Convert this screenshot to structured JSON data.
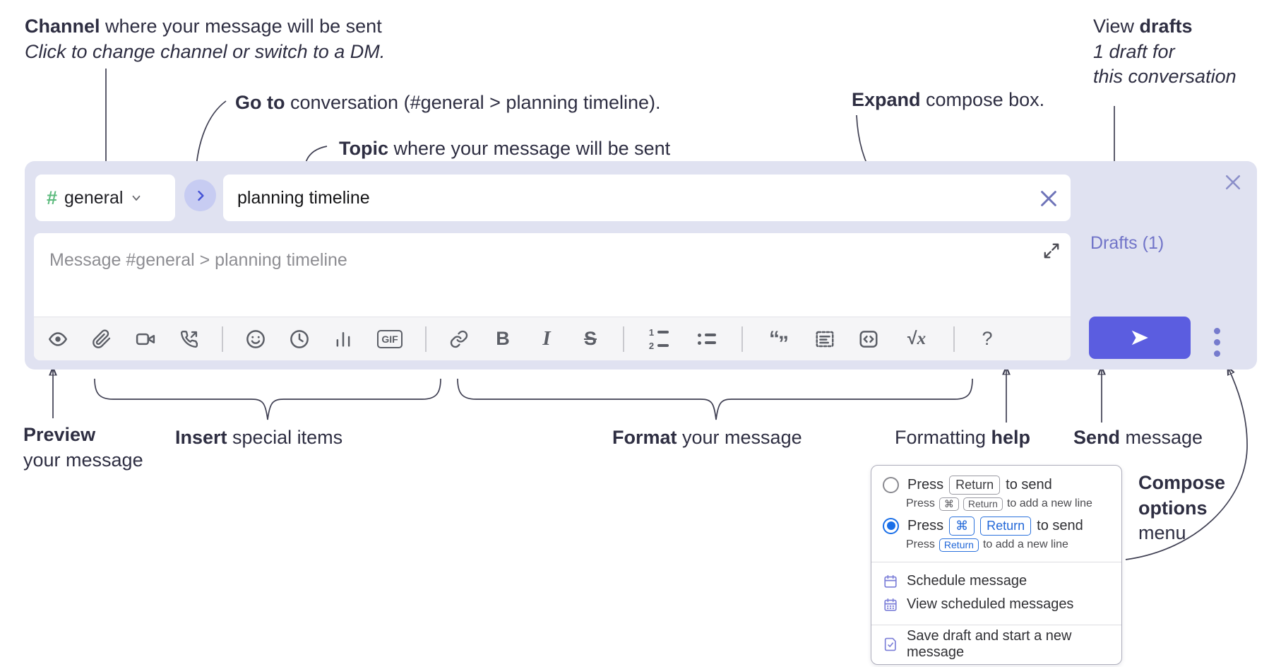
{
  "notes": {
    "channel_b": "Channel",
    "channel_r": " where your message will be sent",
    "channel_sub": "Click to change channel or switch to a DM.",
    "goto_b": "Go to",
    "goto_r": " conversation (#general > planning timeline).",
    "topic_b": "Topic",
    "topic_r": " where your message will be sent",
    "expand_b": "Expand",
    "expand_r": " compose box.",
    "drafts_l1a": "View ",
    "drafts_l1b": "drafts",
    "drafts_l2": "1 draft for",
    "drafts_l3": "this conversation",
    "preview_b": "Preview",
    "preview_r": "your message",
    "insert_b": "Insert",
    "insert_r": " special items",
    "format_b": "Format",
    "format_r": " your message",
    "help_a": "Formatting ",
    "help_b": "help",
    "send_b": "Send",
    "send_r": " message",
    "co_l1": "Compose",
    "co_l2": "options",
    "co_l3": "menu"
  },
  "composer": {
    "channel_hash": "#",
    "channel_name": "general",
    "topic_value": "planning timeline",
    "message_placeholder": "Message #general > planning timeline",
    "drafts_link": "Drafts (1)"
  },
  "toolbar": {
    "bold": "B",
    "italic": "I",
    "strike": "S",
    "gif": "GIF",
    "quote_open": "“",
    "quote_close": "”",
    "ol_1": "1",
    "ol_2": "2",
    "sqrt": "√",
    "sqrt_var": "x",
    "help": "?"
  },
  "menu": {
    "opt1_press": "Press",
    "opt1_key": "Return",
    "opt1_rest": "to send",
    "opt1_sub_press": "Press",
    "opt1_sub_key1": "⌘",
    "opt1_sub_key2": "Return",
    "opt1_sub_rest": "to add a new line",
    "opt2_press": "Press",
    "opt2_key1": "⌘",
    "opt2_key2": "Return",
    "opt2_rest": "to send",
    "opt2_sub_press": "Press",
    "opt2_sub_key": "Return",
    "opt2_sub_rest": "to add a new line",
    "item_schedule": "Schedule message",
    "item_view_scheduled": "View scheduled messages",
    "item_save_draft": "Save draft and start a new message"
  },
  "colors": {
    "composer_bg": "#e0e2f1",
    "send_button": "#5b5de0",
    "drafts_link": "#7174c8",
    "channel_hash": "#5dbb7e",
    "menu_accent_blue": "#1a6fe8",
    "menu_icon_purple": "#7b7ed8"
  }
}
